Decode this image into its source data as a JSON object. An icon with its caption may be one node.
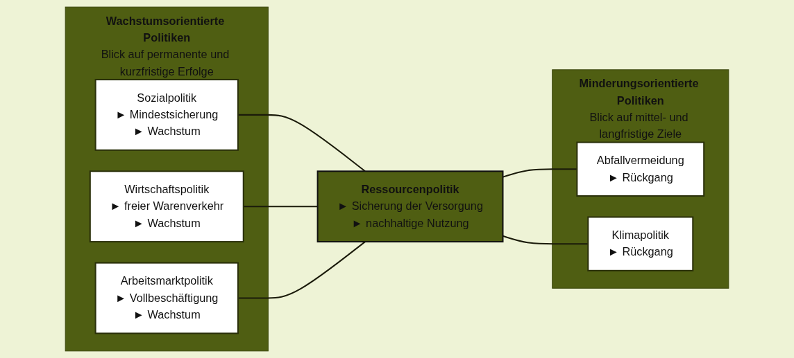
{
  "diagram": {
    "nodes": [
      {
        "text": [
          "Wachstumsorientierte Politiken",
          "Blick auf permanente und kurzfristige Erfolge"
        ]
      },
      {
        "text": [
          "Sozialpolitik",
          "► Mindestsicherung",
          "► Wachstum"
        ],
        "in": 0
      },
      {
        "text": [
          "Wirtschaftspolitik",
          "► freier Warenverkehr",
          "► Wachstum"
        ],
        "in": 0
      },
      {
        "text": [
          "Arbeitsmarktpolitik",
          "► Vollbeschäftigung",
          "► Wachstum"
        ],
        "in": 0
      },
      {
        "text": [
          "Ressourcenpolitik",
          "► Sicherung der Versorgung",
          "► nachhaltige Nutzung"
        ]
      },
      {
        "text": [
          "Minderungsorientierte Politiken",
          "Blick auf mittel- und langfristige Ziele"
        ]
      },
      {
        "text": [
          "Abfallvermeidung",
          "► Rückgang"
        ],
        "in": 5
      },
      {
        "text": [
          "Klimapolitik",
          "► Rückgang"
        ],
        "in": 5
      }
    ],
    "edges": [
      {
        "from": 1,
        "to": 4,
        "arrow": "none"
      },
      {
        "from": 2,
        "to": 4,
        "arrow": "none"
      },
      {
        "from": 3,
        "to": 4,
        "arrow": "none"
      },
      {
        "from": 4,
        "to": 6,
        "arrow": "none"
      },
      {
        "from": 4,
        "to": 7,
        "arrow": "none"
      }
    ]
  }
}
